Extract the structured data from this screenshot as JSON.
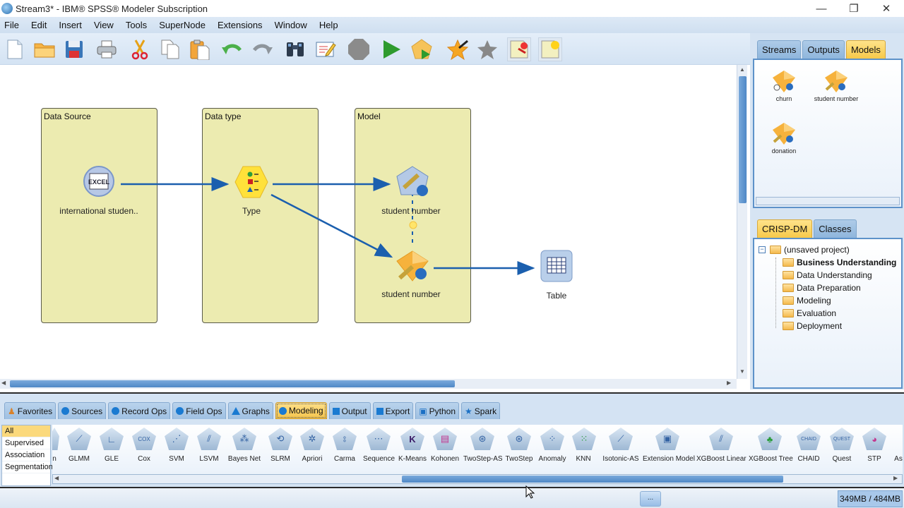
{
  "window": {
    "title": "Stream3* - IBM® SPSS® Modeler Subscription",
    "minimize": "—",
    "restore": "❐",
    "close": "✕"
  },
  "menu": [
    "File",
    "Edit",
    "Insert",
    "View",
    "Tools",
    "SuperNode",
    "Extensions",
    "Window",
    "Help"
  ],
  "menu_mnemonics": [
    "F",
    "E",
    "I",
    "V",
    "T",
    "S",
    "x",
    "W",
    "H"
  ],
  "toolbar": {
    "icons": [
      "new-file-icon",
      "open-folder-icon",
      "save-icon",
      "print-icon",
      "cut-icon",
      "copy-icon",
      "paste-icon",
      "undo-icon",
      "redo-icon",
      "find-binoculars-icon",
      "edit-annotation-icon",
      "stop-icon",
      "run-stream-icon",
      "run-selection-icon",
      "add-favorite-icon",
      "favorite-icon",
      "insert-comment-icon",
      "new-comment-icon"
    ]
  },
  "canvas": {
    "comments": [
      {
        "title": "Data Source"
      },
      {
        "title": "Data type"
      },
      {
        "title": "Model"
      }
    ],
    "nodes": [
      {
        "label": "international studen..",
        "type": "excel-source"
      },
      {
        "label": "Type",
        "type": "type"
      },
      {
        "label": "student number",
        "type": "model-builder"
      },
      {
        "label": "student number",
        "type": "model-nugget"
      },
      {
        "label": "Table",
        "type": "table-output"
      }
    ],
    "excel_text": "EXCEL"
  },
  "right_panel": {
    "top_tabs": [
      "Streams",
      "Outputs",
      "Models"
    ],
    "top_active": "Models",
    "models": [
      "churn",
      "student number",
      "donation"
    ],
    "bottom_tabs": [
      "CRISP-DM",
      "Classes"
    ],
    "bottom_active": "CRISP-DM",
    "tree_root": "(unsaved project)",
    "tree_items": [
      "Business Understanding",
      "Data Understanding",
      "Data Preparation",
      "Modeling",
      "Evaluation",
      "Deployment"
    ],
    "tree_bold": "Business Understanding"
  },
  "palette": {
    "tabs": [
      "Favorites",
      "Sources",
      "Record Ops",
      "Field Ops",
      "Graphs",
      "Modeling",
      "Output",
      "Export",
      "Python",
      "Spark"
    ],
    "active_tab": "Modeling",
    "categories": [
      "All",
      "Supervised",
      "Association",
      "Segmentation"
    ],
    "selected_category": "All",
    "items": [
      "n",
      "GLMM",
      "GLE",
      "Cox",
      "SVM",
      "LSVM",
      "Bayes Net",
      "SLRM",
      "Apriori",
      "Carma",
      "Sequence",
      "K-Means",
      "Kohonen",
      "TwoStep-AS",
      "TwoStep",
      "Anomaly",
      "KNN",
      "Isotonic-AS",
      "Extension Model",
      "XGBoost Linear",
      "XGBoost Tree",
      "CHAID",
      "Quest",
      "STP",
      "As"
    ]
  },
  "status": {
    "button": "...",
    "memory": "349MB / 484MB"
  },
  "colors": {
    "accent": "#1a6fc4",
    "tab_active": "#f7c94a",
    "comment_bg": "#ecebb0",
    "arrow": "#1b5fae"
  }
}
